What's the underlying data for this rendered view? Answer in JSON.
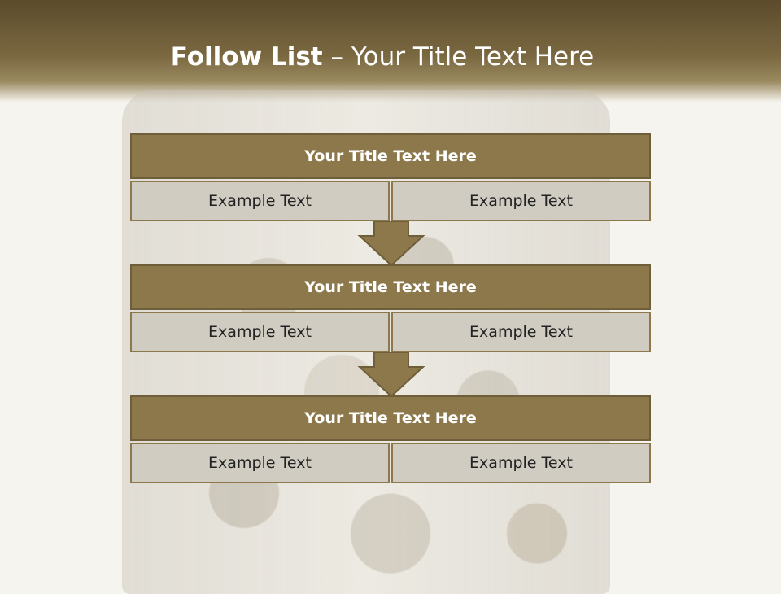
{
  "slide": {
    "title_bold": "Follow List",
    "title_rest": " – Your Title Text Here"
  },
  "blocks": [
    {
      "title": "Your Title Text Here",
      "cells": [
        "Example Text",
        "Example Text"
      ]
    },
    {
      "title": "Your Title Text Here",
      "cells": [
        "Example Text",
        "Example Text"
      ]
    },
    {
      "title": "Your Title Text Here",
      "cells": [
        "Example Text",
        "Example Text"
      ]
    }
  ],
  "colors": {
    "header_brown": "#7a6840",
    "block_title_bg": "#8c784b",
    "cell_bg": "#d0ccc2"
  }
}
